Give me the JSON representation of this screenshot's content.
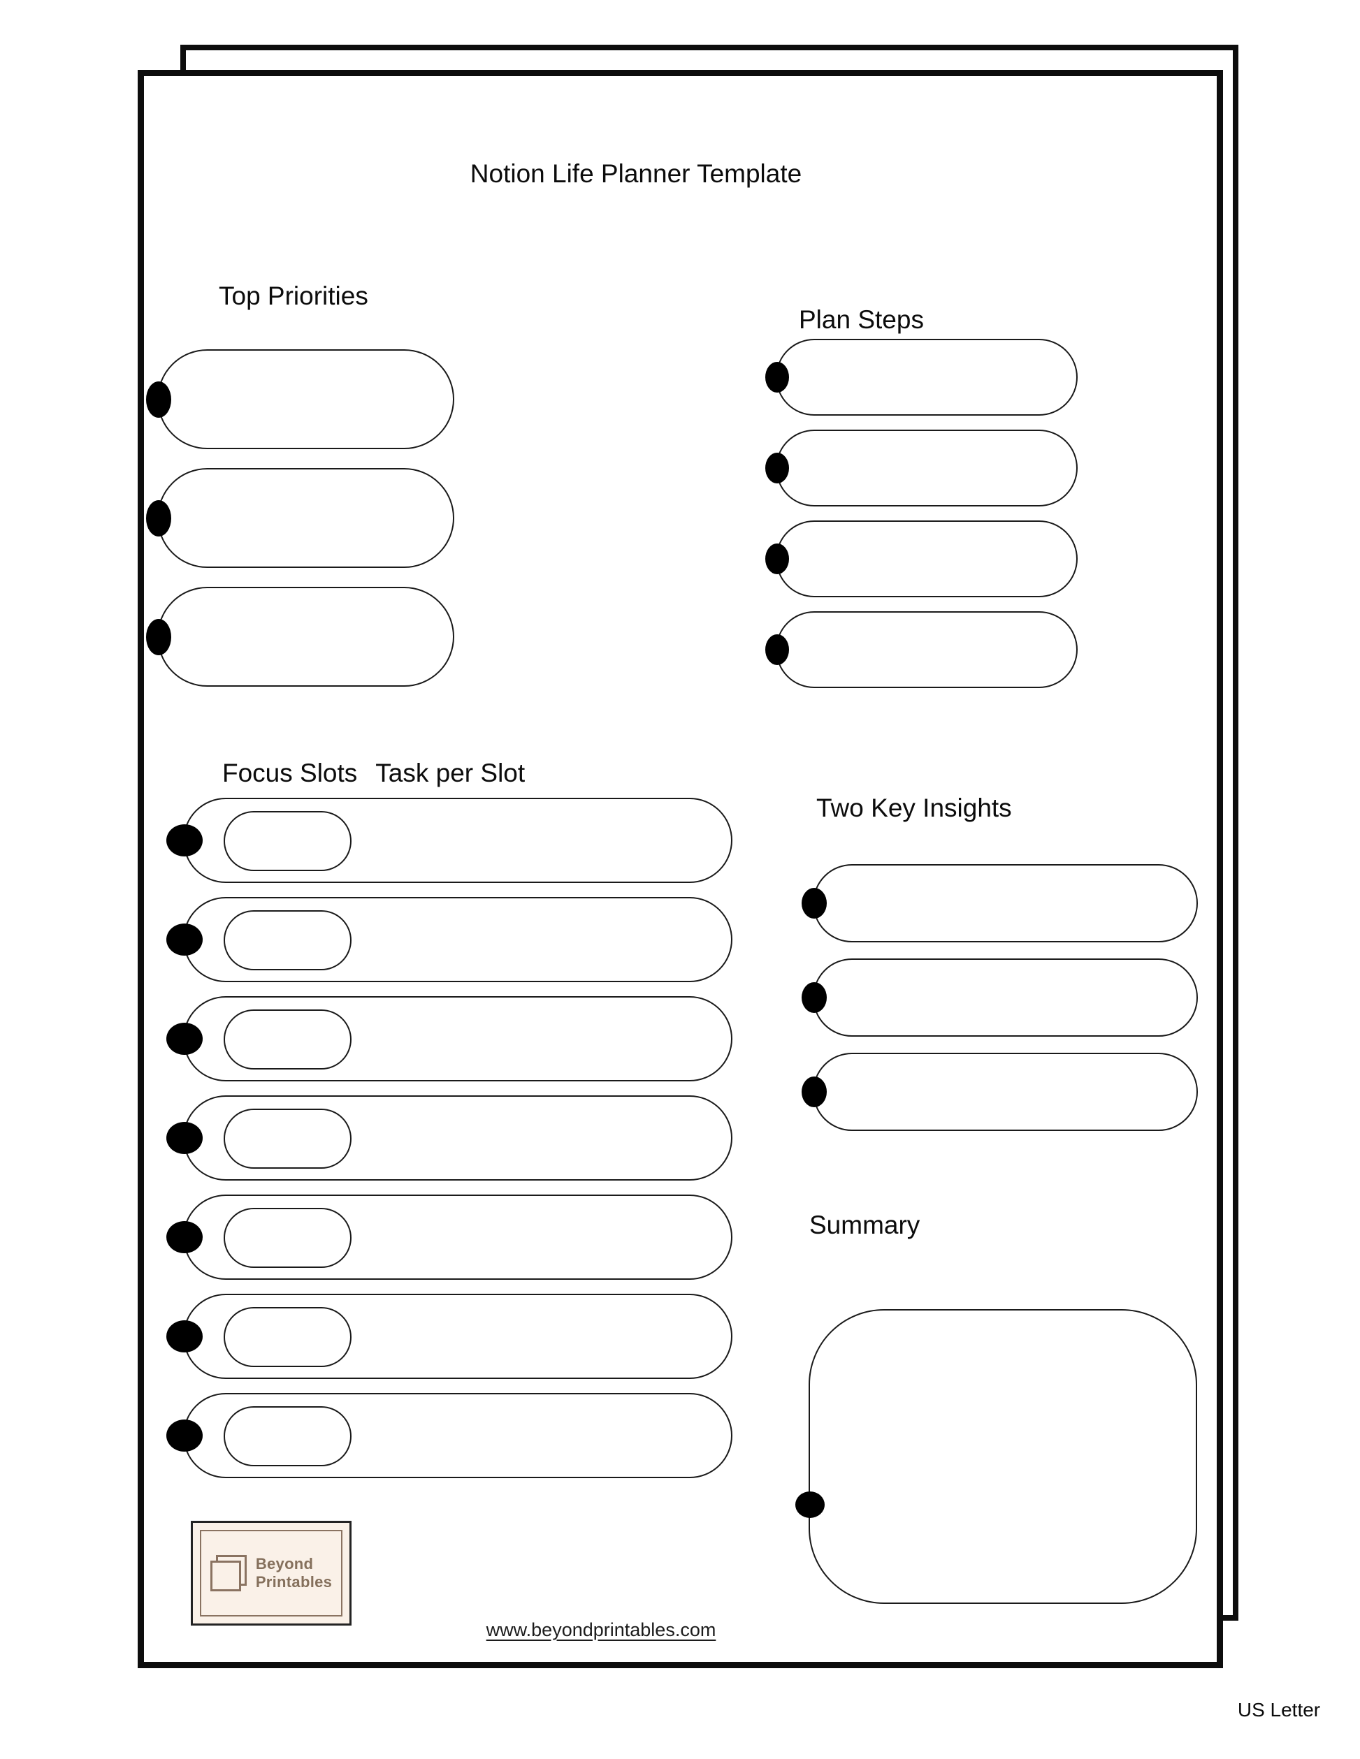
{
  "page": {
    "title": "Notion Life Planner Template",
    "paper_size_label": "US Letter",
    "website": "www.beyondprintables.com"
  },
  "sections": {
    "top_priorities": {
      "title": "Top Priorities",
      "slots": 3
    },
    "plan_steps": {
      "title": "Plan Steps",
      "slots": 4
    },
    "focus_slots": {
      "title": "Focus Slots",
      "subtitle": "Task per Slot",
      "slots": 7
    },
    "two_key_insights": {
      "title": "Two Key Insights",
      "slots": 3
    },
    "summary": {
      "title": "Summary",
      "slots": 1
    }
  },
  "branding": {
    "logo_line1": "Beyond",
    "logo_line2": "Printables",
    "logo_icon": "overlapping-pages-icon",
    "logo_background": "#faf1e8",
    "logo_border_color": "#8a7361",
    "logo_text_color": "#85705c"
  },
  "colors": {
    "ink": "#111111",
    "paper": "#ffffff",
    "bullet": "#000000",
    "sheet_border": "#0d0d0d"
  }
}
